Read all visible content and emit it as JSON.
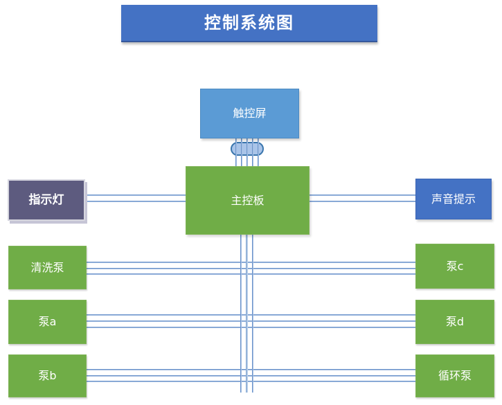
{
  "diagram": {
    "title": "控制系统图",
    "nodes": {
      "touchscreen": "触控屏",
      "mainboard": "主控板",
      "indicator": "指示灯",
      "sound_alert": "声音提示"
    },
    "left_devices": [
      {
        "label": "清洗泵"
      },
      {
        "label": "泵a"
      },
      {
        "label": "泵b"
      }
    ],
    "right_devices": [
      {
        "label": "泵c"
      },
      {
        "label": "泵d"
      },
      {
        "label": "循环泵"
      }
    ],
    "colors": {
      "title_blue": "#4472C4",
      "touchscreen_blue": "#5B9BD5",
      "device_green": "#70AD47",
      "indicator_purple": "#5D5B7F",
      "sound_alert_blue": "#4472C4",
      "connector_blue": "#4E7EC0",
      "connector_light_blue": "#A9C4E9",
      "background": "#FFFFFF",
      "text": "#FFFFFF"
    }
  }
}
